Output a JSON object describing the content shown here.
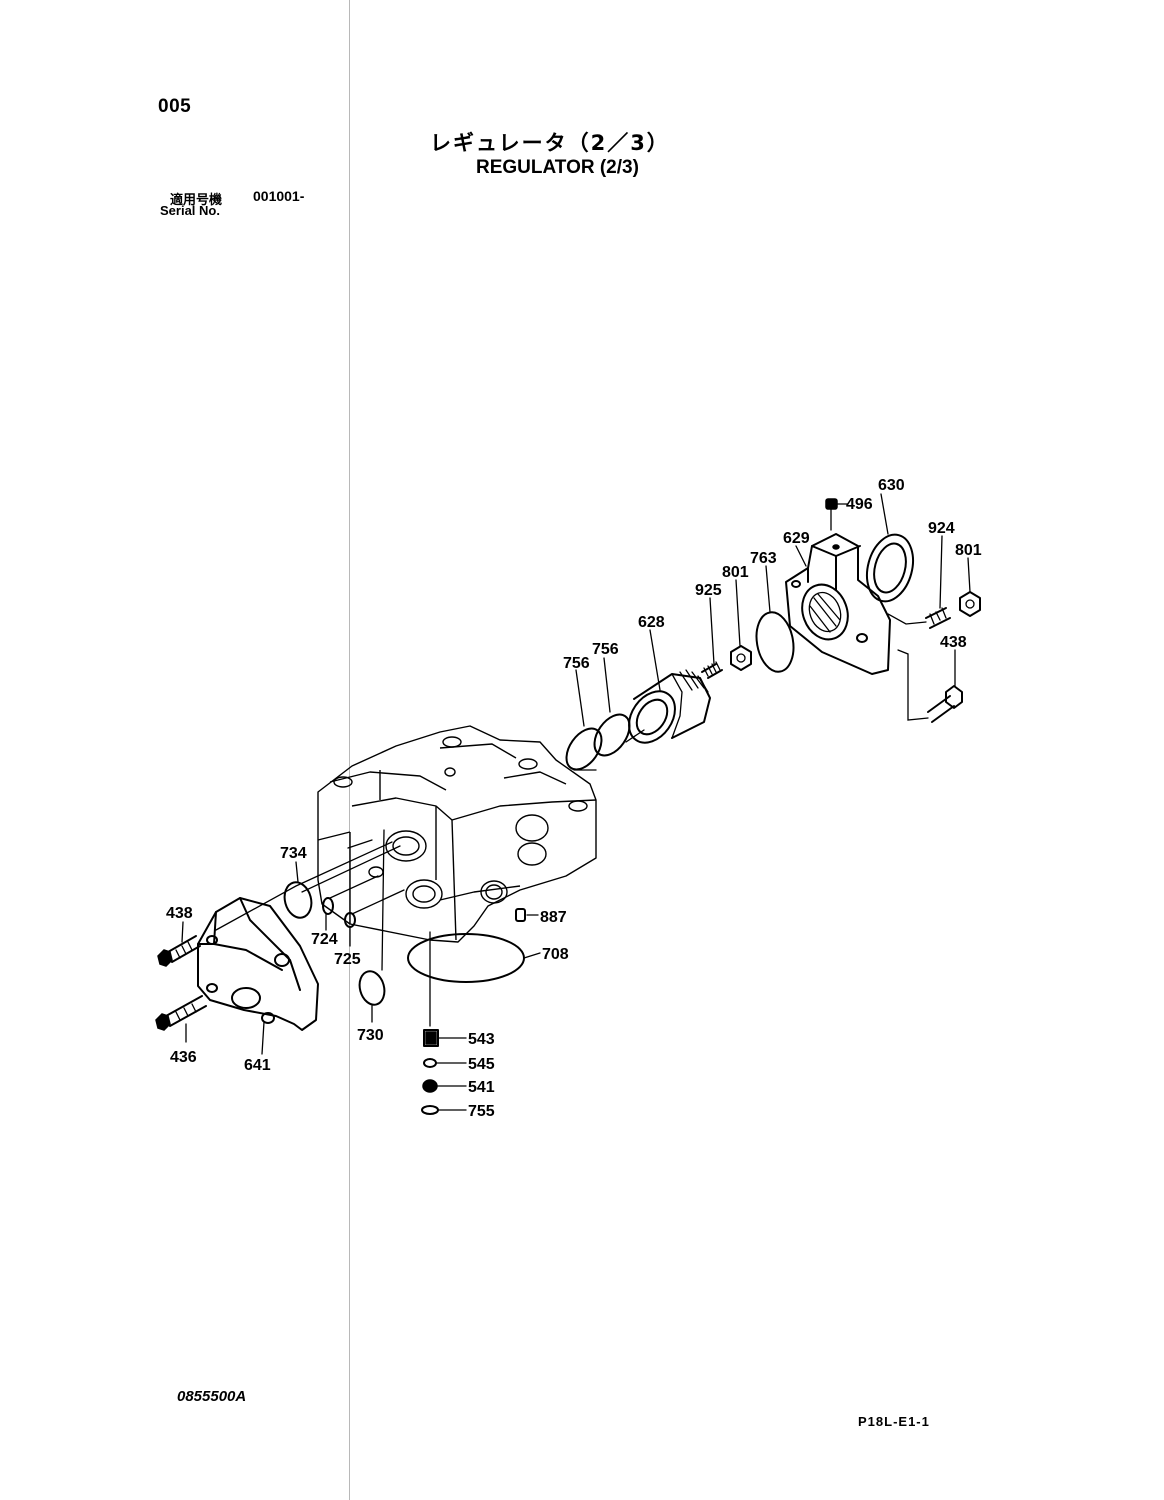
{
  "header": {
    "page_code": "005",
    "title_jp": "レギュレータ（2／3）",
    "title_en": "REGULATOR (2/3)",
    "serial_label_jp": "適用号機",
    "serial_range": "001001-",
    "serial_label_en": "Serial No."
  },
  "footer": {
    "drawing_number": "0855500A",
    "sheet_code": "P18L-E1-1"
  },
  "diagram": {
    "callouts": {
      "c630": "630",
      "c496": "496",
      "c924": "924",
      "c801_right": "801",
      "c629": "629",
      "c763": "763",
      "c801_left": "801",
      "c925": "925",
      "c438_right": "438",
      "c628": "628",
      "c756_a": "756",
      "c756_b": "756",
      "c734": "734",
      "c438_left": "438",
      "c887": "887",
      "c724": "724",
      "c708": "708",
      "c725": "725",
      "c730": "730",
      "c436": "436",
      "c641": "641",
      "c543": "543",
      "c545": "545",
      "c541": "541",
      "c755": "755"
    }
  }
}
